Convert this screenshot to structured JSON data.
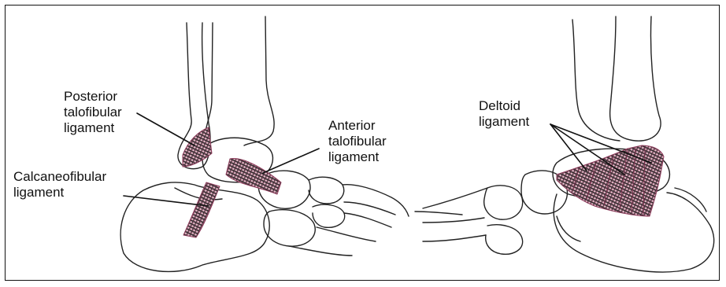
{
  "labels": {
    "posterior_talofibular": "Posterior\ntalofibular\nligament",
    "anterior_talofibular": "Anterior\ntalofibular\nligament",
    "calcaneofibular": "Calcaneofibular\nligament",
    "deltoid": "Deltoid\nligament"
  },
  "colors": {
    "ligament_fill": "#d9a0b4",
    "ligament_stroke": "#8c3a5a",
    "bone_outline": "#222222",
    "background": "#ffffff"
  }
}
